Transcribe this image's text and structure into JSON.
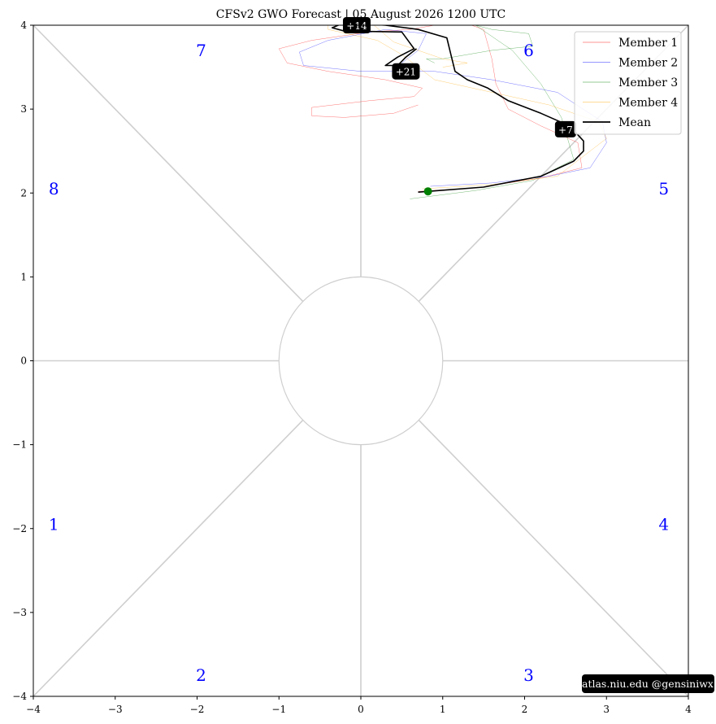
{
  "title": "CFSv2 GWO Forecast   |   05  August  2026 1200 UTC",
  "watermark": "atlas.niu.edu  @gensiniwx",
  "chart_data": {
    "type": "line",
    "title": "CFSv2 GWO Forecast   |   05  August  2026 1200 UTC",
    "xlim": [
      -4,
      4
    ],
    "ylim": [
      -4,
      4
    ],
    "xticks": [
      -4,
      -3,
      -2,
      -1,
      0,
      1,
      2,
      3,
      4
    ],
    "yticks": [
      -4,
      -3,
      -2,
      -1,
      0,
      1,
      2,
      3,
      4
    ],
    "tick_labels": [
      "−4",
      "−3",
      "−2",
      "−1",
      "0",
      "1",
      "2",
      "3",
      "4"
    ],
    "grid": false,
    "legend_position": "top-right",
    "phases": [
      {
        "label": "1",
        "x": -3.75,
        "y": -1.95
      },
      {
        "label": "2",
        "x": -1.95,
        "y": -3.75
      },
      {
        "label": "3",
        "x": 2.05,
        "y": -3.75
      },
      {
        "label": "4",
        "x": 3.7,
        "y": -1.95
      },
      {
        "label": "5",
        "x": 3.7,
        "y": 2.05
      },
      {
        "label": "6",
        "x": 2.05,
        "y": 3.7
      },
      {
        "label": "7",
        "x": -1.95,
        "y": 3.7
      },
      {
        "label": "8",
        "x": -3.75,
        "y": 2.05
      }
    ],
    "start_point": {
      "x": 0.82,
      "y": 2.02,
      "color": "#008000"
    },
    "series": [
      {
        "name": "Member 1",
        "color": "#ff0000",
        "width": 0.5,
        "opacity": 0.55,
        "points": [
          [
            0.7,
            2.02
          ],
          [
            1.4,
            2.06
          ],
          [
            2.2,
            2.18
          ],
          [
            2.7,
            2.3
          ],
          [
            2.65,
            2.6
          ],
          [
            2.2,
            2.8
          ],
          [
            1.8,
            3.0
          ],
          [
            1.65,
            3.3
          ],
          [
            1.6,
            3.6
          ],
          [
            1.5,
            3.95
          ],
          [
            1.2,
            4.05
          ],
          [
            0.6,
            3.95
          ],
          [
            0.1,
            3.92
          ],
          [
            -0.6,
            3.82
          ],
          [
            -1.0,
            3.72
          ],
          [
            -0.9,
            3.55
          ],
          [
            -0.4,
            3.45
          ],
          [
            0.3,
            3.35
          ],
          [
            0.75,
            3.25
          ],
          [
            0.65,
            3.15
          ],
          [
            0.1,
            3.1
          ],
          [
            -0.6,
            3.02
          ],
          [
            -0.6,
            2.92
          ],
          [
            -0.2,
            2.9
          ],
          [
            0.4,
            2.95
          ],
          [
            0.7,
            3.05
          ]
        ]
      },
      {
        "name": "Member 2",
        "color": "#0000ff",
        "width": 0.5,
        "opacity": 0.55,
        "points": [
          [
            0.85,
            2.08
          ],
          [
            1.6,
            2.12
          ],
          [
            2.3,
            2.2
          ],
          [
            2.8,
            2.3
          ],
          [
            3.0,
            2.6
          ],
          [
            2.95,
            2.85
          ],
          [
            2.4,
            3.2
          ],
          [
            1.6,
            3.35
          ],
          [
            0.9,
            3.45
          ],
          [
            0.0,
            3.45
          ],
          [
            -0.7,
            3.52
          ],
          [
            -0.75,
            3.68
          ],
          [
            -0.4,
            3.82
          ],
          [
            0.3,
            3.95
          ],
          [
            0.8,
            3.9
          ],
          [
            0.7,
            3.7
          ],
          [
            0.5,
            3.55
          ]
        ]
      },
      {
        "name": "Member 3",
        "color": "#008000",
        "width": 0.5,
        "opacity": 0.55,
        "points": [
          [
            0.6,
            1.93
          ],
          [
            1.4,
            2.03
          ],
          [
            2.1,
            2.15
          ],
          [
            2.6,
            2.4
          ],
          [
            2.45,
            2.9
          ],
          [
            2.2,
            3.3
          ],
          [
            1.85,
            3.7
          ],
          [
            1.4,
            4.0
          ],
          [
            1.6,
            3.95
          ],
          [
            2.05,
            3.9
          ],
          [
            2.1,
            3.75
          ],
          [
            1.6,
            3.7
          ],
          [
            1.0,
            3.6
          ],
          [
            0.8,
            3.6
          ],
          [
            0.9,
            3.55
          ]
        ]
      },
      {
        "name": "Member 4",
        "color": "#ffa500",
        "width": 0.5,
        "opacity": 0.55,
        "points": [
          [
            0.75,
            2.05
          ],
          [
            1.6,
            2.1
          ],
          [
            2.4,
            2.2
          ],
          [
            3.0,
            2.65
          ],
          [
            2.9,
            2.85
          ],
          [
            2.3,
            3.05
          ],
          [
            1.6,
            3.2
          ],
          [
            0.9,
            3.35
          ],
          [
            0.5,
            3.65
          ],
          [
            0.2,
            3.82
          ],
          [
            -0.4,
            3.95
          ],
          [
            -0.4,
            4.05
          ],
          [
            0.1,
            4.05
          ],
          [
            0.4,
            3.8
          ],
          [
            1.0,
            3.6
          ],
          [
            1.3,
            3.55
          ],
          [
            1.0,
            3.5
          ]
        ]
      },
      {
        "name": "Mean",
        "color": "#000000",
        "width": 1.6,
        "opacity": 1,
        "points": [
          [
            0.7,
            2.01
          ],
          [
            1.5,
            2.07
          ],
          [
            2.2,
            2.2
          ],
          [
            2.6,
            2.38
          ],
          [
            2.72,
            2.5
          ],
          [
            2.72,
            2.62
          ],
          [
            2.55,
            2.8
          ],
          [
            2.2,
            2.95
          ],
          [
            1.8,
            3.1
          ],
          [
            1.55,
            3.25
          ],
          [
            1.3,
            3.35
          ],
          [
            1.15,
            3.45
          ],
          [
            1.1,
            3.65
          ],
          [
            1.05,
            3.85
          ],
          [
            0.7,
            3.95
          ],
          [
            0.3,
            4.0
          ],
          [
            -0.2,
            4.03
          ],
          [
            -0.35,
            3.97
          ],
          [
            -0.2,
            3.93
          ],
          [
            0.5,
            3.92
          ],
          [
            0.65,
            3.72
          ],
          [
            0.45,
            3.62
          ],
          [
            0.3,
            3.52
          ],
          [
            0.45,
            3.52
          ],
          [
            0.55,
            3.62
          ],
          [
            0.68,
            3.72
          ]
        ]
      }
    ],
    "annotations": [
      {
        "text": "+7",
        "x": 2.5,
        "y": 2.76
      },
      {
        "text": "+14",
        "x": -0.05,
        "y": 4.0
      },
      {
        "text": "+21",
        "x": 0.55,
        "y": 3.45
      }
    ]
  }
}
